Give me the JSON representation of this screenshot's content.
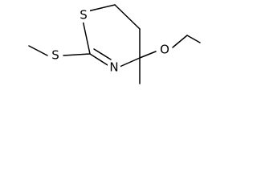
{
  "molecule": {
    "atoms": {
      "ring_sulfur": "S",
      "ring_nitrogen": "N",
      "thioether_sulfur": "S",
      "ether_oxygen": "O"
    }
  },
  "colors": {
    "ink": "#000000",
    "background": "#ffffff"
  }
}
